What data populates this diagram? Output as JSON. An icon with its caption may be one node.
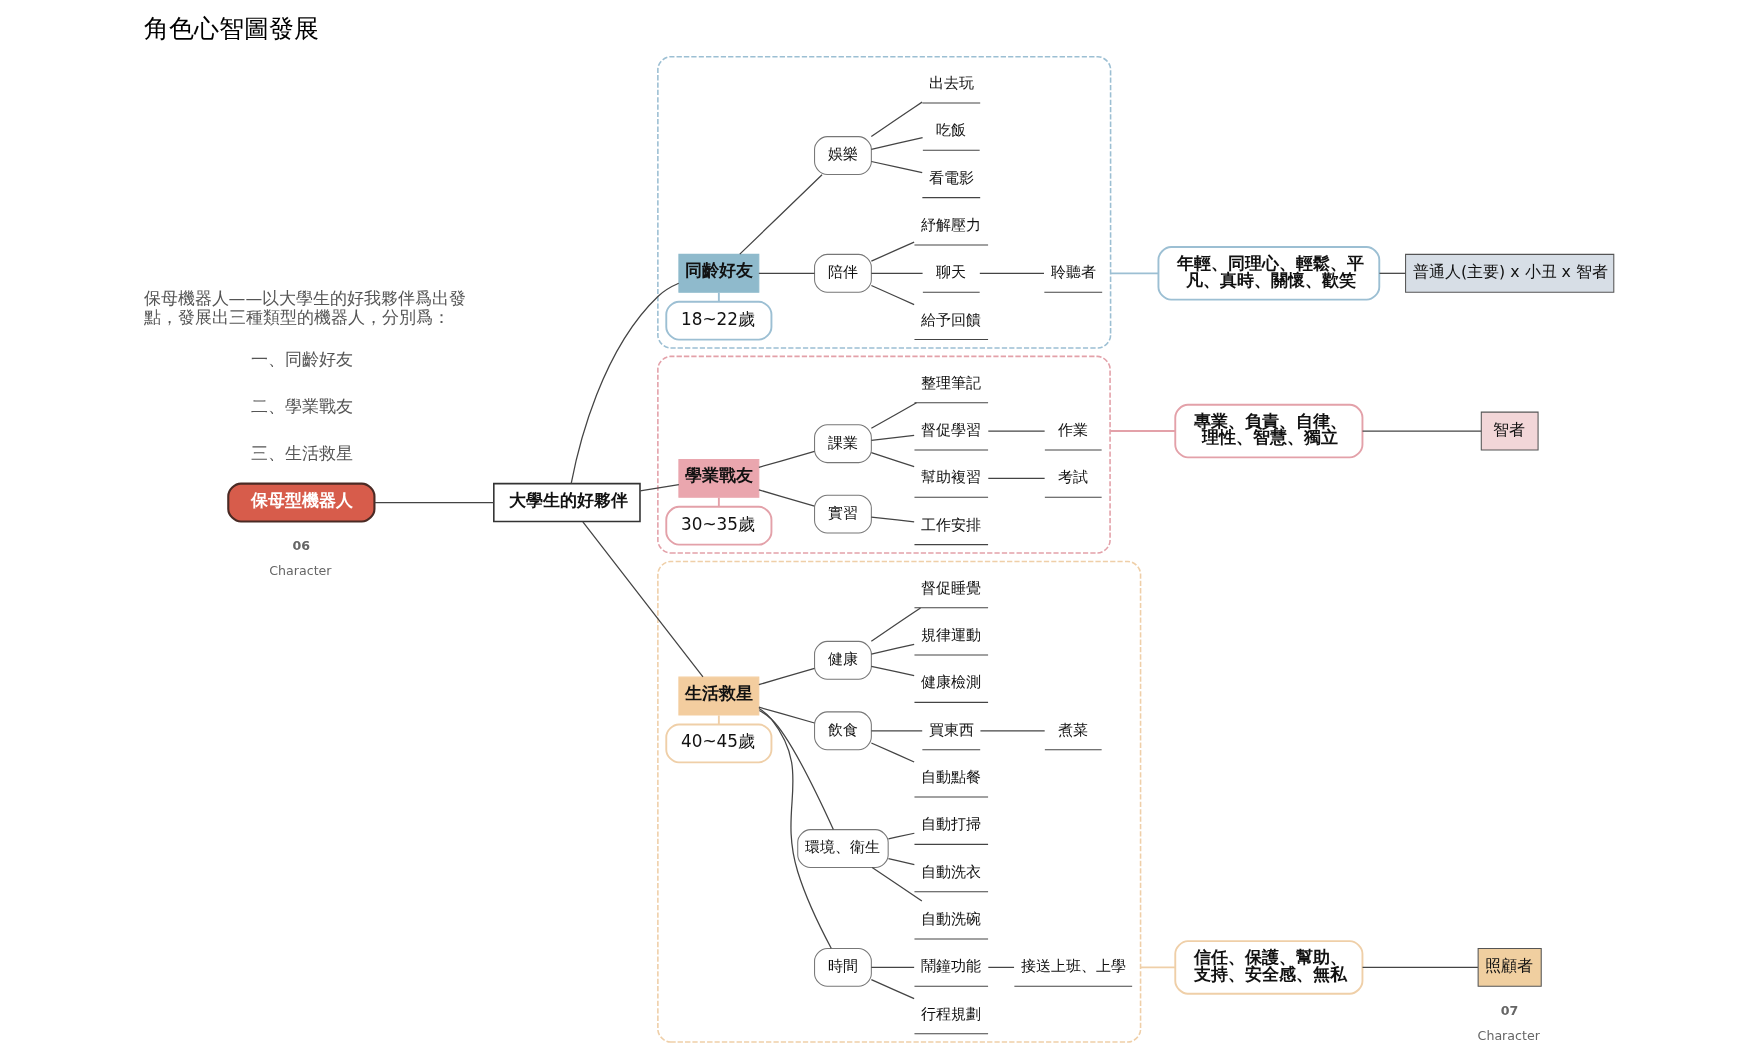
{
  "diagram": {
    "title": "角色心智圖發展",
    "nodes": [
      {
        "text": [
          "保母型機器人"
        ]
      },
      {
        "text": [
          "大學生的好夥伴"
        ]
      },
      {
        "text": [],
        "shape": "box"
      },
      {
        "text": [
          "18~22歲"
        ],
        "in": 2
      },
      {
        "text": [
          "同齡好友"
        ],
        "in": 2
      },
      {
        "text": [
          "娛樂"
        ],
        "in": 2
      },
      {
        "text": [
          "出去玩"
        ],
        "in": 2
      },
      {
        "text": [
          "吃飯"
        ],
        "in": 2
      },
      {
        "text": [
          "看電影"
        ],
        "in": 2
      },
      {
        "text": [
          "陪伴"
        ],
        "in": 2
      },
      {
        "text": [
          "紓解壓力"
        ],
        "in": 2
      },
      {
        "text": [
          "聊天"
        ],
        "in": 2
      },
      {
        "text": [
          "聆聽者"
        ],
        "in": 2
      },
      {
        "text": [
          "給予回饋"
        ],
        "in": 2
      },
      {
        "text": [
          "年輕、同理心、輕鬆、平凡、真時、關懷、歡笑"
        ]
      },
      {
        "text": [
          "普通人(主要) x 小丑 x 智者"
        ]
      },
      {
        "text": [],
        "shape": "box"
      },
      {
        "text": [
          "30~35歲"
        ],
        "in": 16
      },
      {
        "text": [
          "學業戰友"
        ],
        "in": 16
      },
      {
        "text": [
          "課業"
        ],
        "in": 16
      },
      {
        "text": [
          "整理筆記"
        ],
        "in": 16
      },
      {
        "text": [
          "督促學習"
        ],
        "in": 16
      },
      {
        "text": [
          "作業"
        ],
        "in": 16
      },
      {
        "text": [
          "幫助複習"
        ],
        "in": 16
      },
      {
        "text": [
          "考試"
        ],
        "in": 16
      },
      {
        "text": [
          "實習"
        ],
        "in": 16
      },
      {
        "text": [
          "工作安排"
        ],
        "in": 16
      },
      {
        "text": [
          "專業、負責、自律、理性、智慧、獨立"
        ]
      },
      {
        "text": [
          "智者"
        ]
      },
      {
        "text": [],
        "shape": "box"
      },
      {
        "text": [
          "40~45歲"
        ],
        "in": 29
      },
      {
        "text": [
          "生活救星"
        ],
        "in": 29
      },
      {
        "text": [
          "健康"
        ],
        "in": 29
      },
      {
        "text": [
          "督促睡覺"
        ],
        "in": 29
      },
      {
        "text": [
          "規律運動"
        ],
        "in": 29
      },
      {
        "text": [
          "健康檢測"
        ],
        "in": 29
      },
      {
        "text": [
          "飲食"
        ],
        "in": 29
      },
      {
        "text": [
          "買東西"
        ],
        "in": 29
      },
      {
        "text": [
          "煮菜"
        ],
        "in": 29
      },
      {
        "text": [
          "自動點餐"
        ],
        "in": 29
      },
      {
        "text": [
          "環境、衛生"
        ],
        "in": 29
      },
      {
        "text": [
          "自動打掃"
        ],
        "in": 29
      },
      {
        "text": [
          "自動洗衣"
        ],
        "in": 29
      },
      {
        "text": [
          "自動洗碗"
        ],
        "in": 29
      },
      {
        "text": [
          "時間"
        ],
        "in": 29
      },
      {
        "text": [
          "鬧鐘功能"
        ],
        "in": 29
      },
      {
        "text": [
          "接送上班、上學"
        ],
        "in": 29
      },
      {
        "text": [
          "行程規劃"
        ],
        "in": 29
      },
      {
        "text": [
          "信任、保護、幫助、支持、安全感、無私"
        ]
      },
      {
        "text": [
          "照顧者"
        ]
      }
    ],
    "edges": [
      {
        "from": 0,
        "to": 1,
        "arrow": "none"
      },
      {
        "from": 1,
        "to": 4,
        "arrow": "none"
      },
      {
        "from": 1,
        "to": 18,
        "arrow": "none"
      },
      {
        "from": 1,
        "to": 31,
        "arrow": "none"
      },
      {
        "from": 3,
        "to": 4,
        "arrow": "none",
        "color": "#9cbfd3"
      },
      {
        "from": 4,
        "to": 5,
        "arrow": "none"
      },
      {
        "from": 4,
        "to": 9,
        "arrow": "none"
      },
      {
        "from": 5,
        "to": 6,
        "arrow": "none"
      },
      {
        "from": 5,
        "to": 7,
        "arrow": "none"
      },
      {
        "from": 5,
        "to": 8,
        "arrow": "none"
      },
      {
        "from": 9,
        "to": 10,
        "arrow": "none"
      },
      {
        "from": 9,
        "to": 11,
        "arrow": "none"
      },
      {
        "from": 9,
        "to": 13,
        "arrow": "none"
      },
      {
        "from": 11,
        "to": 12,
        "arrow": "none"
      },
      {
        "from": 2,
        "to": 14,
        "arrow": "none",
        "color": "#9cbfd3"
      },
      {
        "from": 14,
        "to": 15,
        "arrow": "none"
      },
      {
        "from": 17,
        "to": 18,
        "arrow": "none",
        "color": "#e3a1a9"
      },
      {
        "from": 18,
        "to": 19,
        "arrow": "none"
      },
      {
        "from": 18,
        "to": 25,
        "arrow": "none"
      },
      {
        "from": 19,
        "to": 20,
        "arrow": "none"
      },
      {
        "from": 19,
        "to": 21,
        "arrow": "none"
      },
      {
        "from": 19,
        "to": 23,
        "arrow": "none"
      },
      {
        "from": 21,
        "to": 22,
        "arrow": "none"
      },
      {
        "from": 23,
        "to": 24,
        "arrow": "none"
      },
      {
        "from": 25,
        "to": 26,
        "arrow": "none"
      },
      {
        "from": 16,
        "to": 27,
        "arrow": "none",
        "color": "#e3a1a9"
      },
      {
        "from": 27,
        "to": 28,
        "arrow": "none"
      },
      {
        "from": 30,
        "to": 31,
        "arrow": "none",
        "color": "#efcfa8"
      },
      {
        "from": 31,
        "to": 32,
        "arrow": "none"
      },
      {
        "from": 31,
        "to": 36,
        "arrow": "none"
      },
      {
        "from": 31,
        "to": 40,
        "arrow": "none"
      },
      {
        "from": 31,
        "to": 44,
        "arrow": "none"
      },
      {
        "from": 32,
        "to": 33,
        "arrow": "none"
      },
      {
        "from": 32,
        "to": 34,
        "arrow": "none"
      },
      {
        "from": 32,
        "to": 35,
        "arrow": "none"
      },
      {
        "from": 36,
        "to": 37,
        "arrow": "none"
      },
      {
        "from": 36,
        "to": 39,
        "arrow": "none"
      },
      {
        "from": 37,
        "to": 38,
        "arrow": "none"
      },
      {
        "from": 40,
        "to": 41,
        "arrow": "none"
      },
      {
        "from": 40,
        "to": 42,
        "arrow": "none"
      },
      {
        "from": 40,
        "to": 43,
        "arrow": "none"
      },
      {
        "from": 44,
        "to": 45,
        "arrow": "none"
      },
      {
        "from": 44,
        "to": 47,
        "arrow": "none"
      },
      {
        "from": 45,
        "to": 46,
        "arrow": "none"
      },
      {
        "from": 29,
        "to": 48,
        "arrow": "none",
        "color": "#efcfa8"
      },
      {
        "from": 48,
        "to": 49,
        "arrow": "none"
      }
    ],
    "labels": [
      "保母機器人——以大學生的好我夥伴爲出發點，發展出三種類型的機器人，分別爲：",
      "一、同齡好友",
      "二、學業戰友",
      "三、生活救星",
      "06",
      "Character",
      "07",
      "Character"
    ]
  }
}
